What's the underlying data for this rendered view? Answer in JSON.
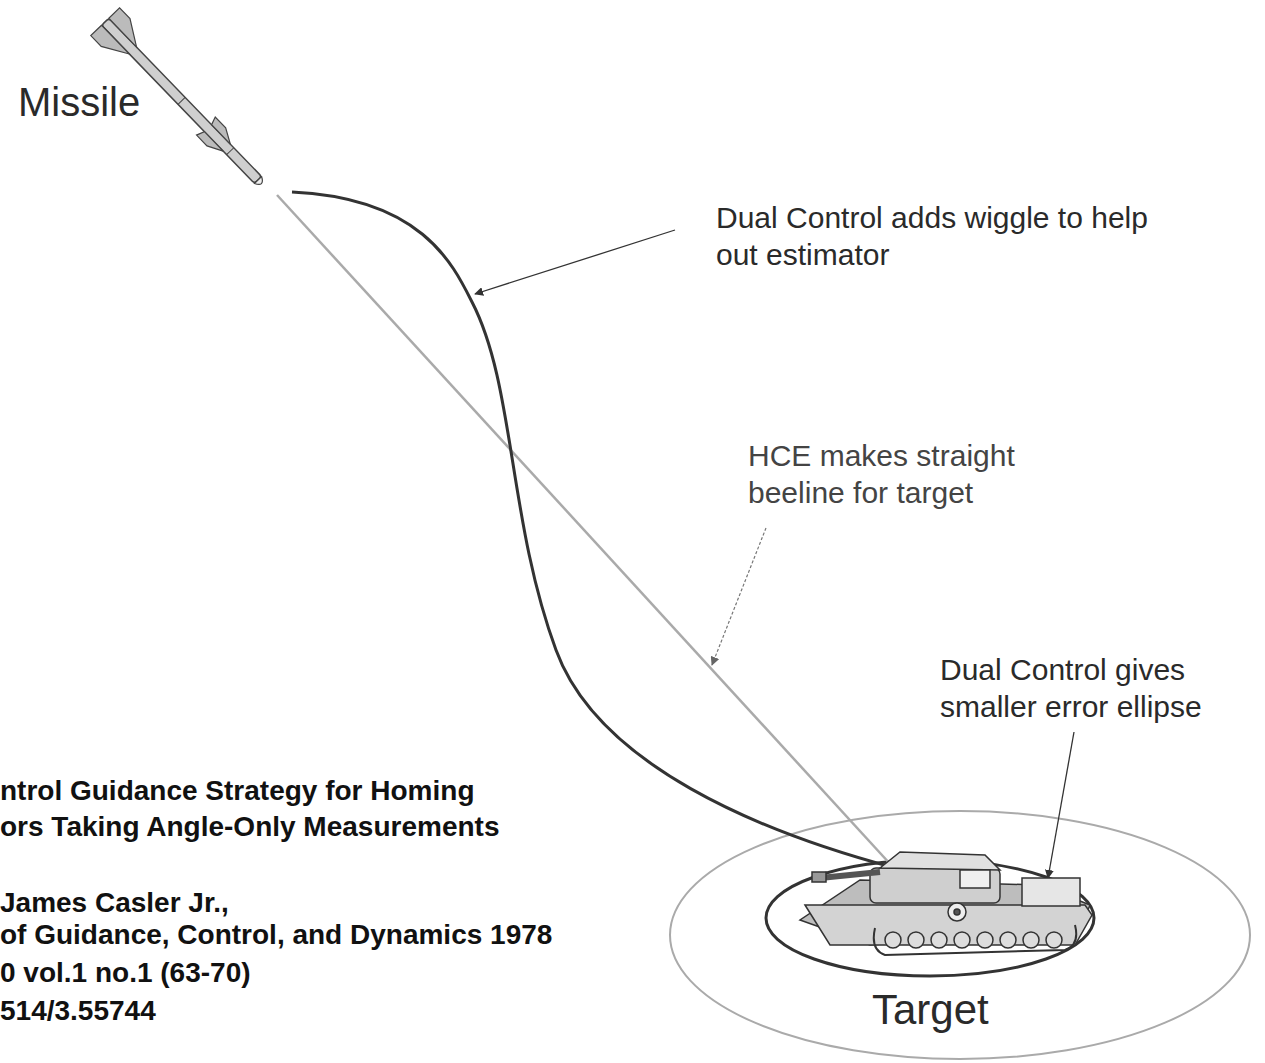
{
  "diagram": {
    "labels": [
      "Missile",
      "Dual Control adds wiggle to help out estimator",
      "HCE makes straight beeline for target",
      "Dual Control gives smaller error ellipse",
      "ntrol Guidance Strategy for Homing",
      "ors Taking Angle-Only Measurements",
      "James Casler Jr.,",
      "of Guidance, Control, and Dynamics 1978",
      "0 vol.1 no.1 (63-70)",
      "514/3.55744",
      "Target"
    ]
  }
}
